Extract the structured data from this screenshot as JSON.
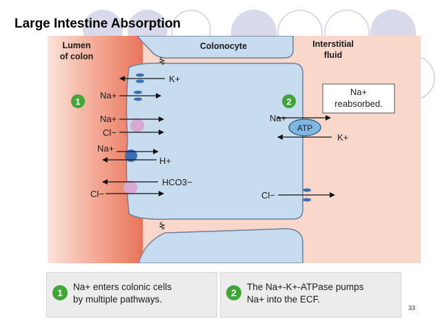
{
  "title": "Large Intestine Absorption",
  "regions": {
    "lumen": [
      "Lumen",
      "of colon"
    ],
    "cell": "Colonocyte",
    "interstitial": [
      "Interstitial",
      "fluid"
    ]
  },
  "callout": [
    "Na+",
    "reabsorbed."
  ],
  "apical_transport": {
    "k_out": "K+",
    "na_in_1": "Na+",
    "na_in_2": "Na+",
    "cl_in_1": "Cl−",
    "na_in_3": "Na+",
    "h_out": "H+",
    "hco3_out": "HCO3−",
    "cl_in_2": "Cl−"
  },
  "basolateral_transport": {
    "na_out": "Na+",
    "atp": "ATP",
    "k_in": "K+",
    "cl_out": "Cl−"
  },
  "steps": [
    {
      "number": "1",
      "lines": [
        "Na+ enters colonic cells",
        "by multiple pathways."
      ]
    },
    {
      "number": "2",
      "lines": [
        "The Na+-K+-ATPase pumps",
        "Na+ into the ECF."
      ]
    }
  ],
  "page_number": "33",
  "colors": {
    "lumen": "#e8745a",
    "interstitial": "#f9d7cb",
    "cell": "#c7dcee",
    "step_circle": "#3fa637",
    "channel": "#3c6fb3",
    "symporter": "#d8a7d2"
  }
}
